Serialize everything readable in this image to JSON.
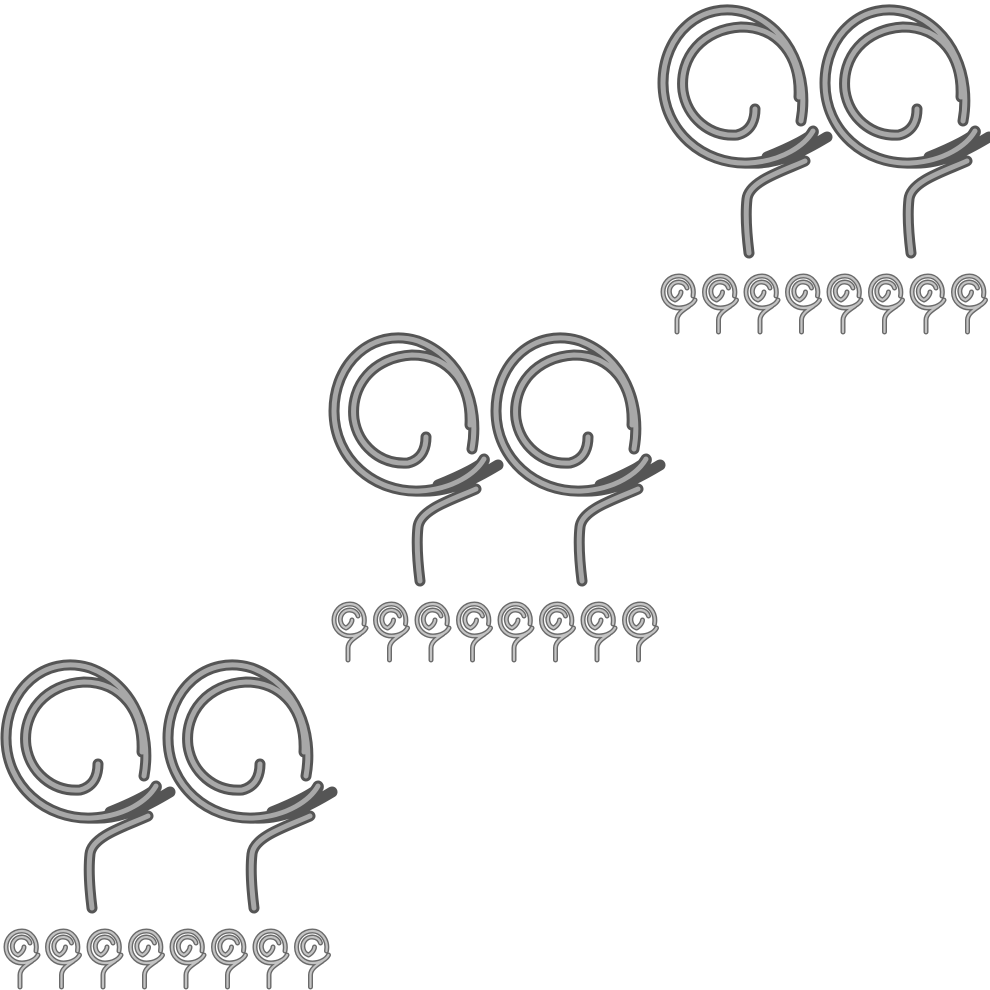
{
  "image": {
    "subject": "spiral-wire-hooks",
    "background_color": "#ffffff",
    "wire_outline_color": "#555555",
    "wire_body_color": "#a8a8a8",
    "small_hook_outline_color": "#6a6a6a",
    "small_hook_body_color": "#c4c4c4"
  },
  "sets": [
    {
      "large_hooks": 2,
      "small_hooks": 8
    },
    {
      "large_hooks": 2,
      "small_hooks": 8
    },
    {
      "large_hooks": 2,
      "small_hooks": 8
    }
  ]
}
